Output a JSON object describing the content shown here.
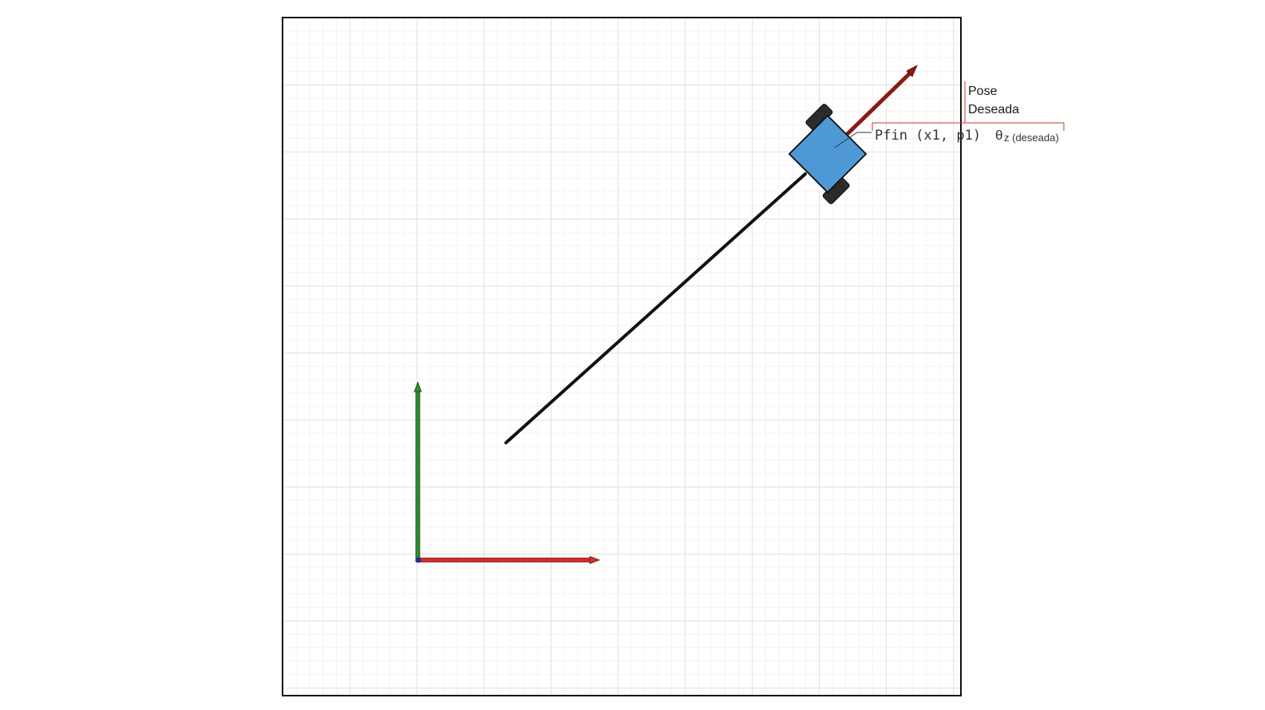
{
  "annotation": {
    "title_line1": "Pose",
    "title_line2": "Deseada",
    "point_label": "Pfin (x1, p1)",
    "theta_symbol": "θ",
    "theta_subscript": "z (deseada)"
  },
  "colors": {
    "x_axis": "#d62b2b",
    "y_axis": "#2e8b2e",
    "origin_dot": "#1f2f8f",
    "robot_body": "#4f98d6",
    "robot_wheel": "#2b2b2b",
    "heading_arrow": "#8b1a10",
    "trajectory": "#111111",
    "bracket": "#c0392b",
    "grid_major": "#cfcfcf",
    "grid_minor": "#e9e9e9"
  }
}
